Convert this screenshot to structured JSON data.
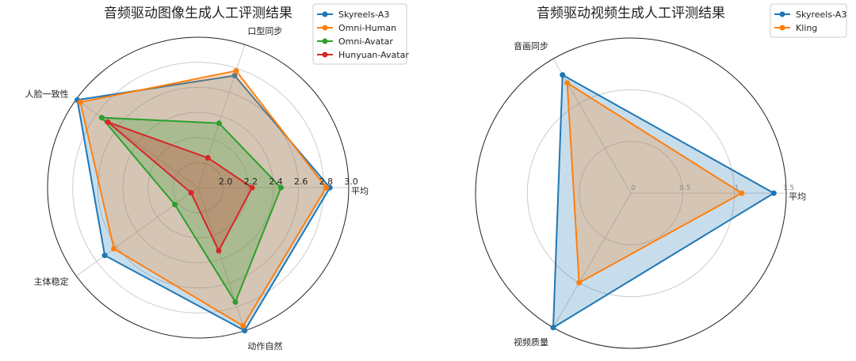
{
  "colors": {
    "Skyreels-A3": "#1f77b4",
    "Omni-Human": "#ff7f0e",
    "Omni-Avatar": "#2ca02c",
    "Hunyuan-Avatar": "#d62728",
    "Kling": "#ff7f0e"
  },
  "chart_data": [
    {
      "type": "radar",
      "title": "音频驱动图像生成人工评测结果",
      "axes": [
        "平均",
        "口型同步",
        "人脸一致性",
        "主体稳定",
        "动作自然"
      ],
      "rlim": [
        1.8,
        3.0
      ],
      "rticks": [
        "2.0",
        "2.2",
        "2.4",
        "2.6",
        "2.8",
        "3.0"
      ],
      "grid": true,
      "legend": "top-right",
      "series": [
        {
          "name": "Skyreels-A3",
          "values": [
            2.85,
            2.74,
            2.99,
            2.72,
            3.0
          ]
        },
        {
          "name": "Omni-Human",
          "values": [
            2.82,
            2.78,
            2.96,
            2.63,
            2.96
          ]
        },
        {
          "name": "Omni-Avatar",
          "values": [
            2.46,
            2.34,
            2.75,
            2.03,
            2.76
          ]
        },
        {
          "name": "Hunyuan-Avatar",
          "values": [
            2.23,
            2.05,
            2.69,
            1.87,
            2.33
          ]
        }
      ]
    },
    {
      "type": "radar",
      "title": "音频驱动视频生成人工评测结果",
      "axes": [
        "平均",
        "音画同步",
        "视频质量"
      ],
      "rlim": [
        0,
        1.5
      ],
      "rticks": [
        "0",
        "0.5",
        "1",
        "1.5"
      ],
      "grid": true,
      "legend": "top-right",
      "series": [
        {
          "name": "Skyreels-A3",
          "values": [
            1.38,
            1.32,
            1.5
          ]
        },
        {
          "name": "Kling",
          "values": [
            1.07,
            1.23,
            1.0
          ]
        }
      ]
    }
  ]
}
